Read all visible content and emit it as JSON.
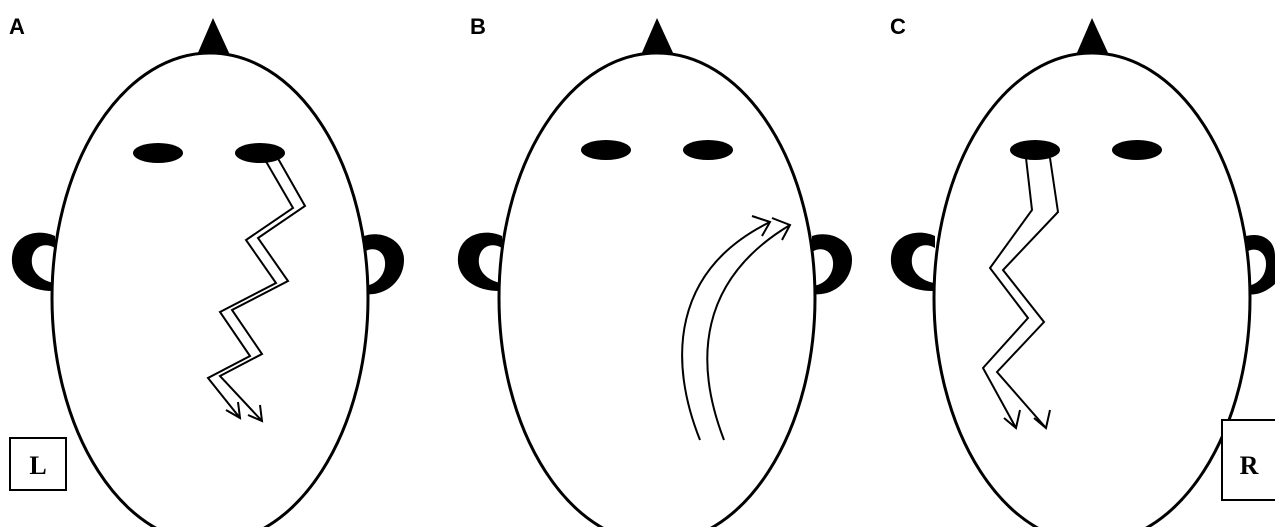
{
  "panels": [
    {
      "letter": "A",
      "side_label": "L"
    },
    {
      "letter": "B",
      "side_label": ""
    },
    {
      "letter": "C",
      "side_label": "R"
    }
  ],
  "colors": {
    "ink": "#000000",
    "background": "#ffffff"
  }
}
